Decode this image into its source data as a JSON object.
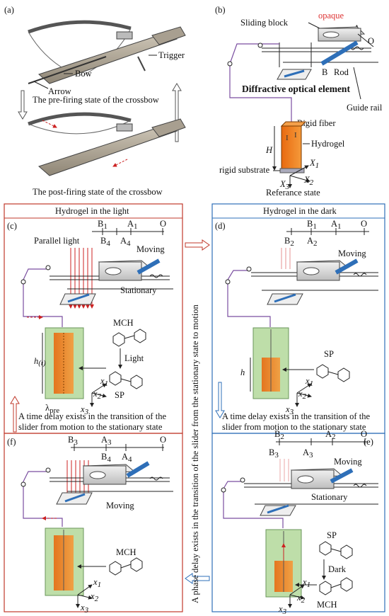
{
  "panels": {
    "a": {
      "label": "(a)",
      "trigger": "Trigger",
      "bow": "Bow",
      "arrow": "Arrow",
      "pre": "The pre-firing state of the crossbow",
      "post": "The post-firing state of the crossbow"
    },
    "b": {
      "label": "(b)",
      "opaque": "opaque",
      "a": "A",
      "o": "O",
      "sliding": "Sliding block",
      "b": "B",
      "rod": "Rod",
      "doe": "Diffractive optical element",
      "guide": "Guide rail",
      "rigid_fiber": "Rigid fiber",
      "hydrogel": "Hydrogel",
      "h": "H",
      "substrate": "rigid substrate",
      "x1": "X",
      "x2": "X",
      "x3": "X",
      "s1": "1",
      "s2": "2",
      "s3": "3",
      "ref": "Referance state"
    },
    "light_title": "Hydrogel in the light",
    "dark_title": "Hydrogel in the dark",
    "c": {
      "label": "(c)",
      "b1": "B",
      "a1": "A",
      "o": "O",
      "b4": "B",
      "a4": "A",
      "s1": "1",
      "s4": "4",
      "parallel": "Parallel light",
      "moving": "Moving",
      "stationary": "Stationary",
      "mch": "MCH",
      "light": "Light",
      "sp": "SP",
      "h": "h",
      "ht": "(t)",
      "lpre": "λ",
      "pre": "pre",
      "x1": "x",
      "x2": "x",
      "x3": "x",
      "n1": "1",
      "n2": "2",
      "n3": "3"
    },
    "d": {
      "label": "(d)",
      "b1": "B",
      "a1": "A",
      "o": "O",
      "b2": "B",
      "a2": "A",
      "s1": "1",
      "s2": "2",
      "moving": "Moving",
      "sp": "SP",
      "h": "h",
      "x1": "x",
      "x2": "x",
      "x3": "x",
      "n1": "1",
      "n2": "2",
      "n3": "3"
    },
    "delay_left": [
      "A time delay exists in the transition of the",
      "slider from motion to the stationary state"
    ],
    "delay_right": [
      "A time delay exists in the transition of the",
      "slider from motion to the stationary state"
    ],
    "phase_delay": "A phase delay exists in the transition of the slider from the stationary state to motion",
    "f": {
      "label": "(f)",
      "b3": "B",
      "a3": "A",
      "o": "O",
      "b4": "B",
      "a4": "A",
      "s3": "3",
      "s4": "4",
      "moving": "Moving",
      "mch": "MCH",
      "x1": "x",
      "x2": "x",
      "x3": "x",
      "n1": "1",
      "n2": "2",
      "n3": "3"
    },
    "e": {
      "label": "(e)",
      "b2": "B",
      "a2": "A",
      "o": "O",
      "b3": "B",
      "a3": "A",
      "s2": "2",
      "s3": "3",
      "moving": "Moving",
      "stationary": "Stationary",
      "sp": "SP",
      "dark": "Dark",
      "mch": "MCH",
      "x1": "x",
      "x2": "x",
      "x3": "x",
      "n1": "1",
      "n2": "2",
      "n3": "3"
    }
  },
  "colors": {
    "red_frame": "#c0392b",
    "blue_frame": "#2e6fb8",
    "hydrogel": "#f07c1a",
    "green": "#b8dba0",
    "purple": "#7a4ea0",
    "red_light": "#cc2222"
  }
}
